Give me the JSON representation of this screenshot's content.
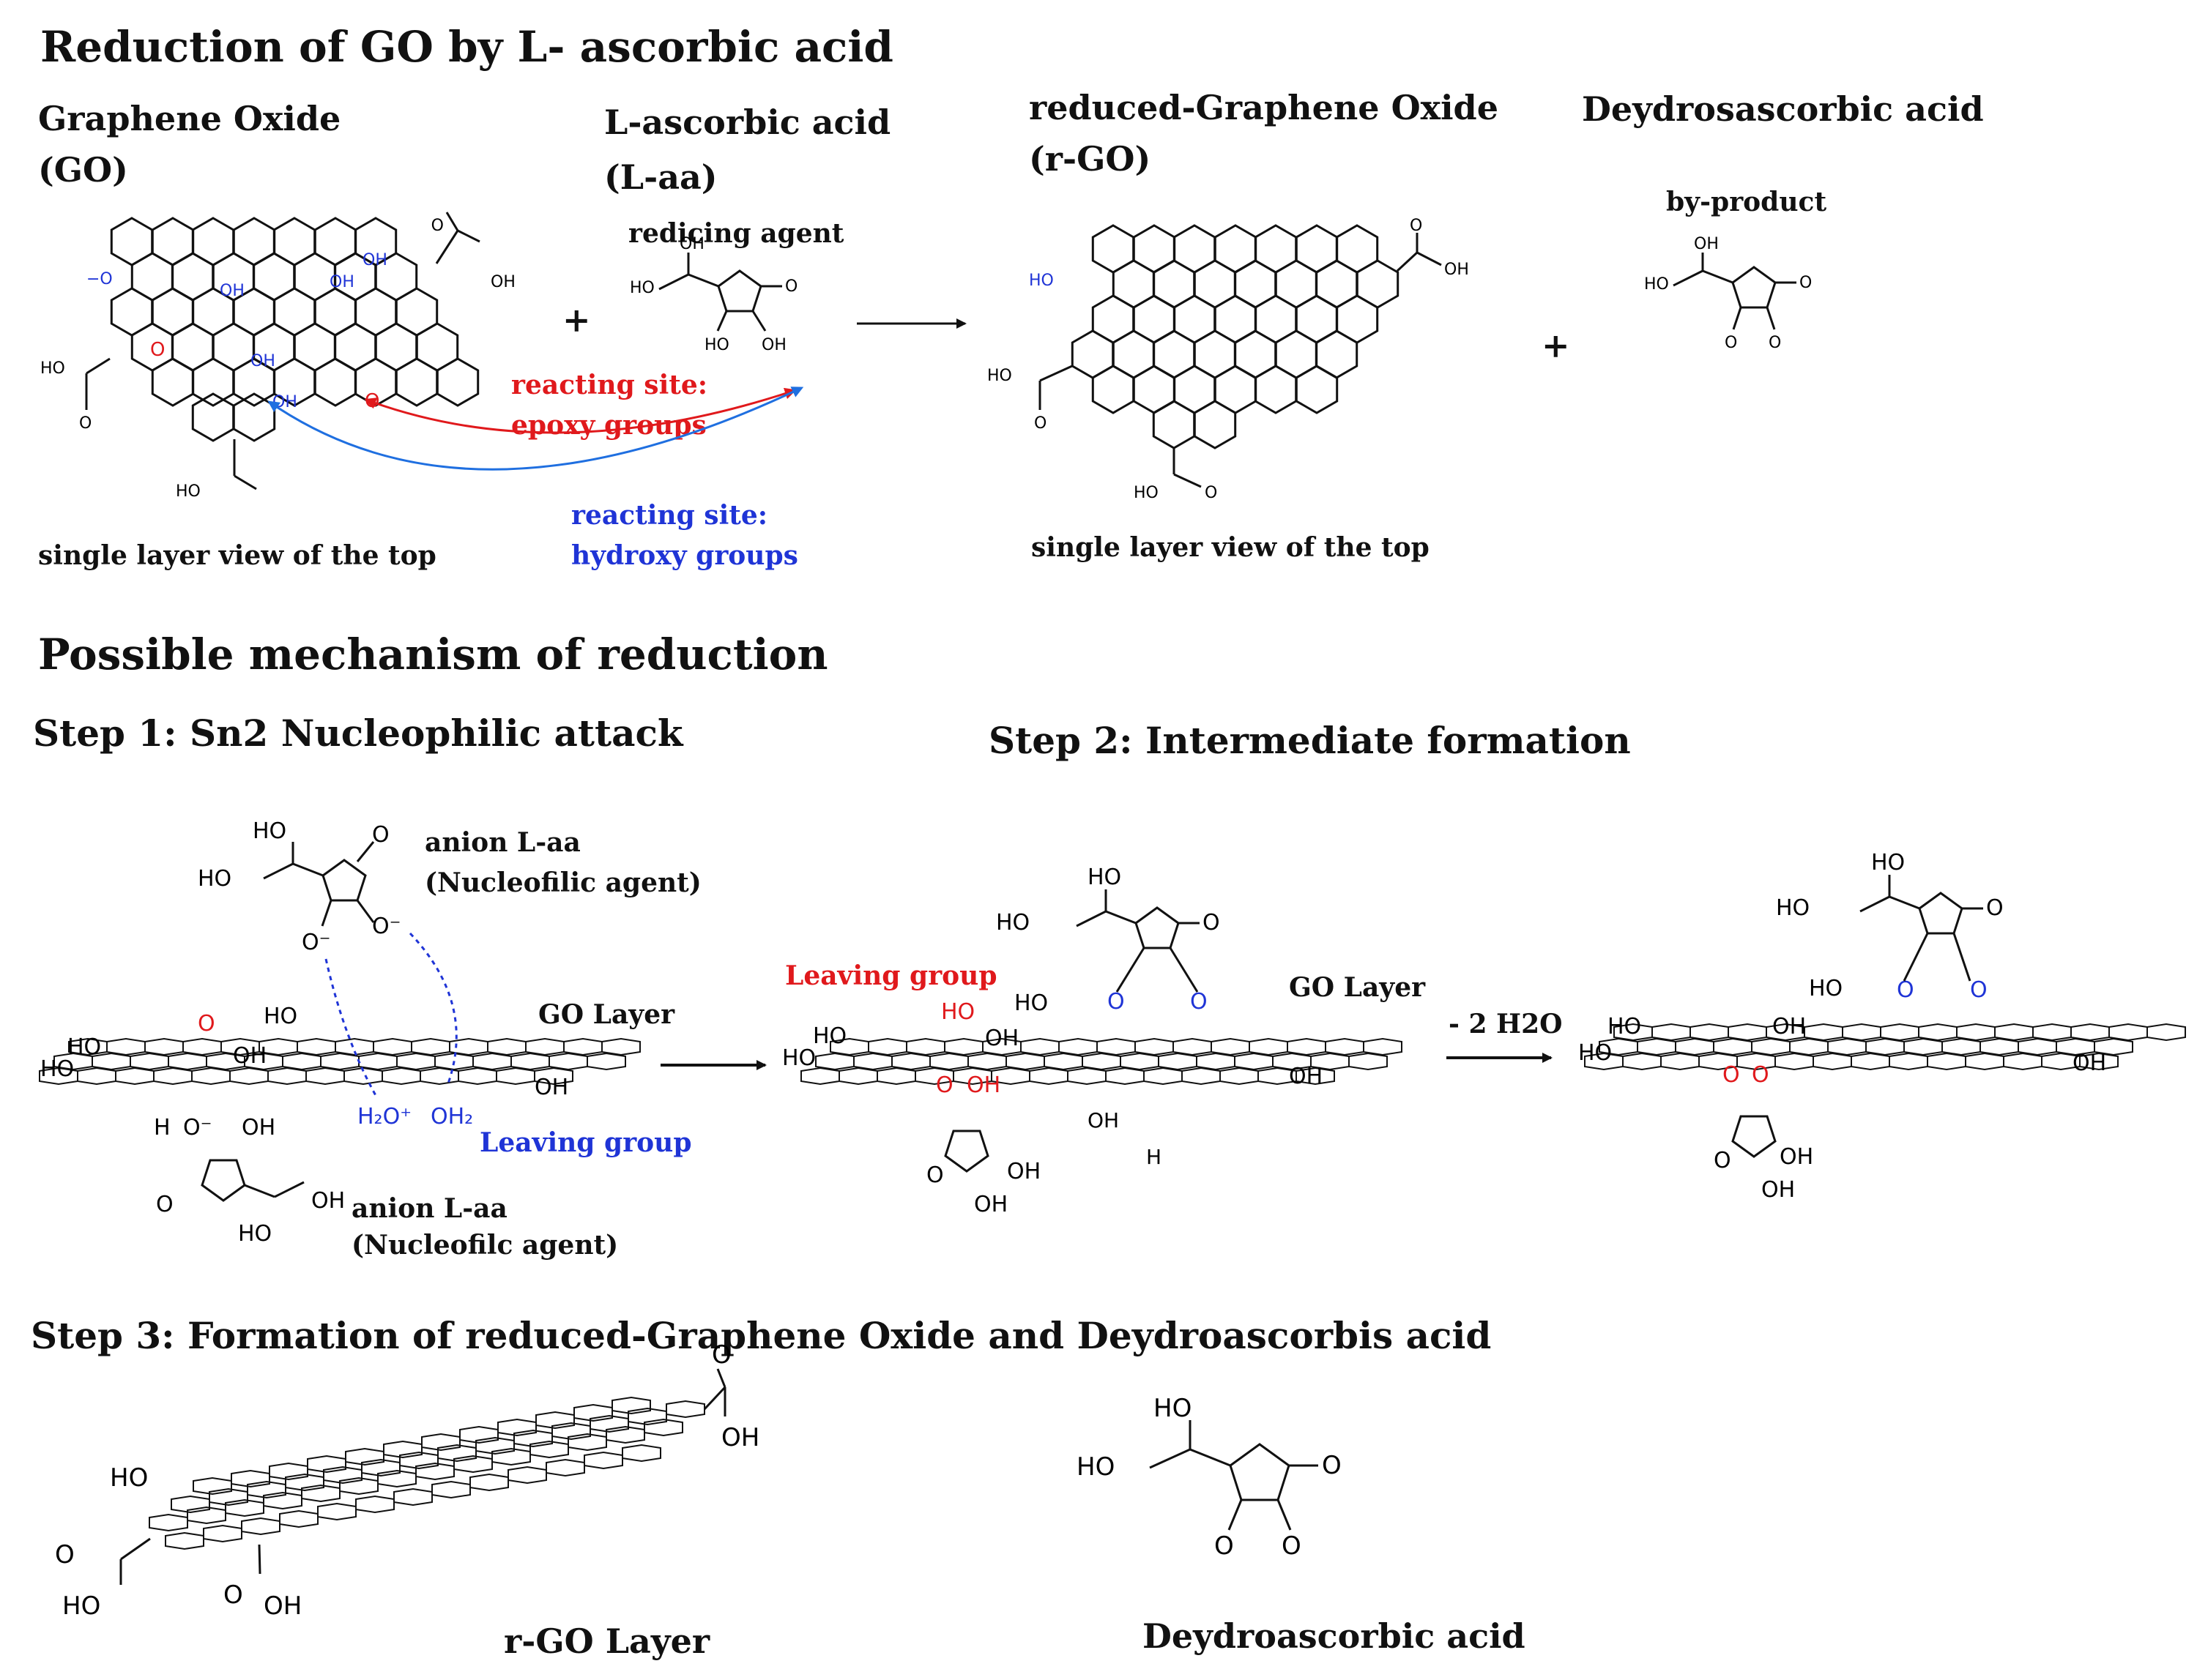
{
  "title": "Reduction of GO by L- ascorbic acid",
  "top": {
    "go_name": "Graphene Oxide",
    "go_abbr": "(GO)",
    "laa_name": "L-ascorbic  acid",
    "laa_abbr": "(L-aa)",
    "laa_role": "redicing agent",
    "rgo_name": "reduced-Graphene Oxide",
    "rgo_abbr": "(r-GO)",
    "dha_name": "Deydrosascorbic acid",
    "dha_role": "by-product",
    "plus": "+",
    "epoxy_site_line1": "reacting site:",
    "epoxy_site_line2": "epoxy groups",
    "hydroxy_site_line1": "reacting site:",
    "hydroxy_site_line2": "hydroxy groups",
    "go_caption": "single layer view of the top",
    "rgo_caption": "single layer view of the top"
  },
  "mechanism": {
    "heading": "Possible mechanism of reduction",
    "step1": "Step 1: Sn2 Nucleophilic attack",
    "step2": "Step 2: Intermediate formation",
    "step3": "Step 3: Formation of reduced-Graphene Oxide and Deydroascorbis acid",
    "anion_top_line1": "anion L-aa",
    "anion_top_line2": "(Nucleofilic agent)",
    "anion_bottom_line1": "anion L-aa",
    "anion_bottom_line2": "(Nucleofilc agent)",
    "go_layer_1": "GO Layer",
    "go_layer_2": "GO Layer",
    "leaving_group_blue": "Leaving group",
    "leaving_group_red": "Leaving group",
    "water_loss": "- 2 H2O",
    "rgo_layer": "r-GO Layer",
    "dha_label": "Deydroascorbic acid"
  },
  "atoms": {
    "oh": "OH",
    "ho": "HO",
    "o": "O",
    "o_minus": "O⁻",
    "h": "H",
    "h2o_plus": "H₂O⁺",
    "oh2": "OH₂"
  },
  "colors": {
    "text": "#111111",
    "epoxy": "#e0191c",
    "hydroxy": "#1f34d6"
  }
}
